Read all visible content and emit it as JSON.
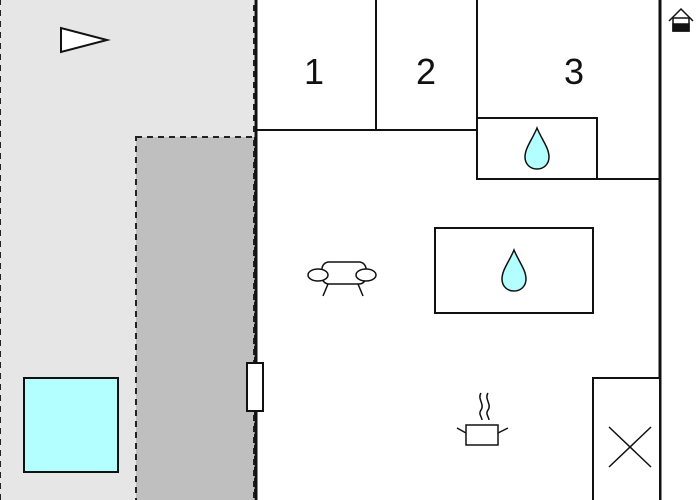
{
  "floorplan": {
    "rooms": [
      {
        "label": "1"
      },
      {
        "label": "2"
      },
      {
        "label": "3"
      }
    ],
    "icons": {
      "north_arrow": "north-arrow-icon",
      "home": "home-icon",
      "sofa": "sofa-icon",
      "bathroom_drop": "water-drop-icon",
      "shower_drop": "water-drop-icon",
      "kitchen": "cooking-pot-icon",
      "staircase": "stairs-cross-icon"
    },
    "colors": {
      "terrace": "#e6e6e6",
      "terrace_shade": "#bfbfbf",
      "pool": "#b3ffff",
      "water_drop": "#b3ffff",
      "wall": "#111111",
      "background": "#ffffff"
    }
  }
}
